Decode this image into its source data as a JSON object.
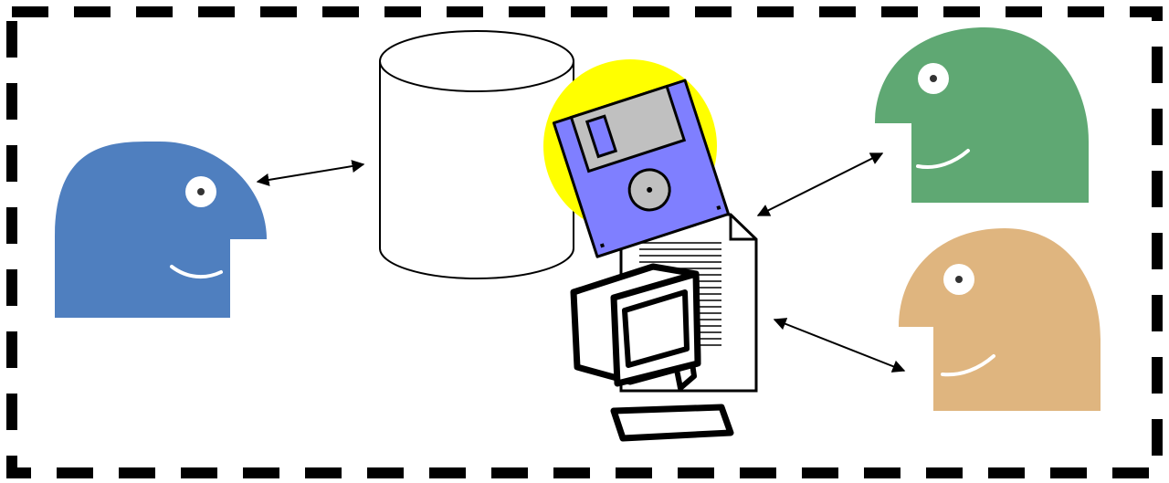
{
  "diagram": {
    "type": "clip-art diagram",
    "frame_style": "dashed",
    "colors": {
      "frame": "#000000",
      "person_left": "#4f7fbf",
      "person_top_right": "#5fa873",
      "person_bottom_right": "#dfb57f",
      "floppy_disk": "#7f7fff",
      "floppy_halo": "#ffff00",
      "floppy_label": "#c0c0c0",
      "outline": "#000000",
      "page": "#ffffff"
    },
    "elements": [
      {
        "id": "person-left",
        "icon": "user-head-icon"
      },
      {
        "id": "database",
        "icon": "database-cylinder-icon"
      },
      {
        "id": "floppy-disk",
        "icon": "floppy-disk-icon"
      },
      {
        "id": "document",
        "icon": "document-icon"
      },
      {
        "id": "computer",
        "icon": "desktop-computer-icon"
      },
      {
        "id": "person-top-right",
        "icon": "user-head-icon"
      },
      {
        "id": "person-bottom-right",
        "icon": "user-head-icon"
      }
    ],
    "connections": [
      {
        "from": "person-left",
        "to": "database",
        "direction": "both"
      },
      {
        "from": "computer",
        "to": "person-top-right",
        "direction": "both"
      },
      {
        "from": "computer",
        "to": "person-bottom-right",
        "direction": "both"
      }
    ]
  }
}
